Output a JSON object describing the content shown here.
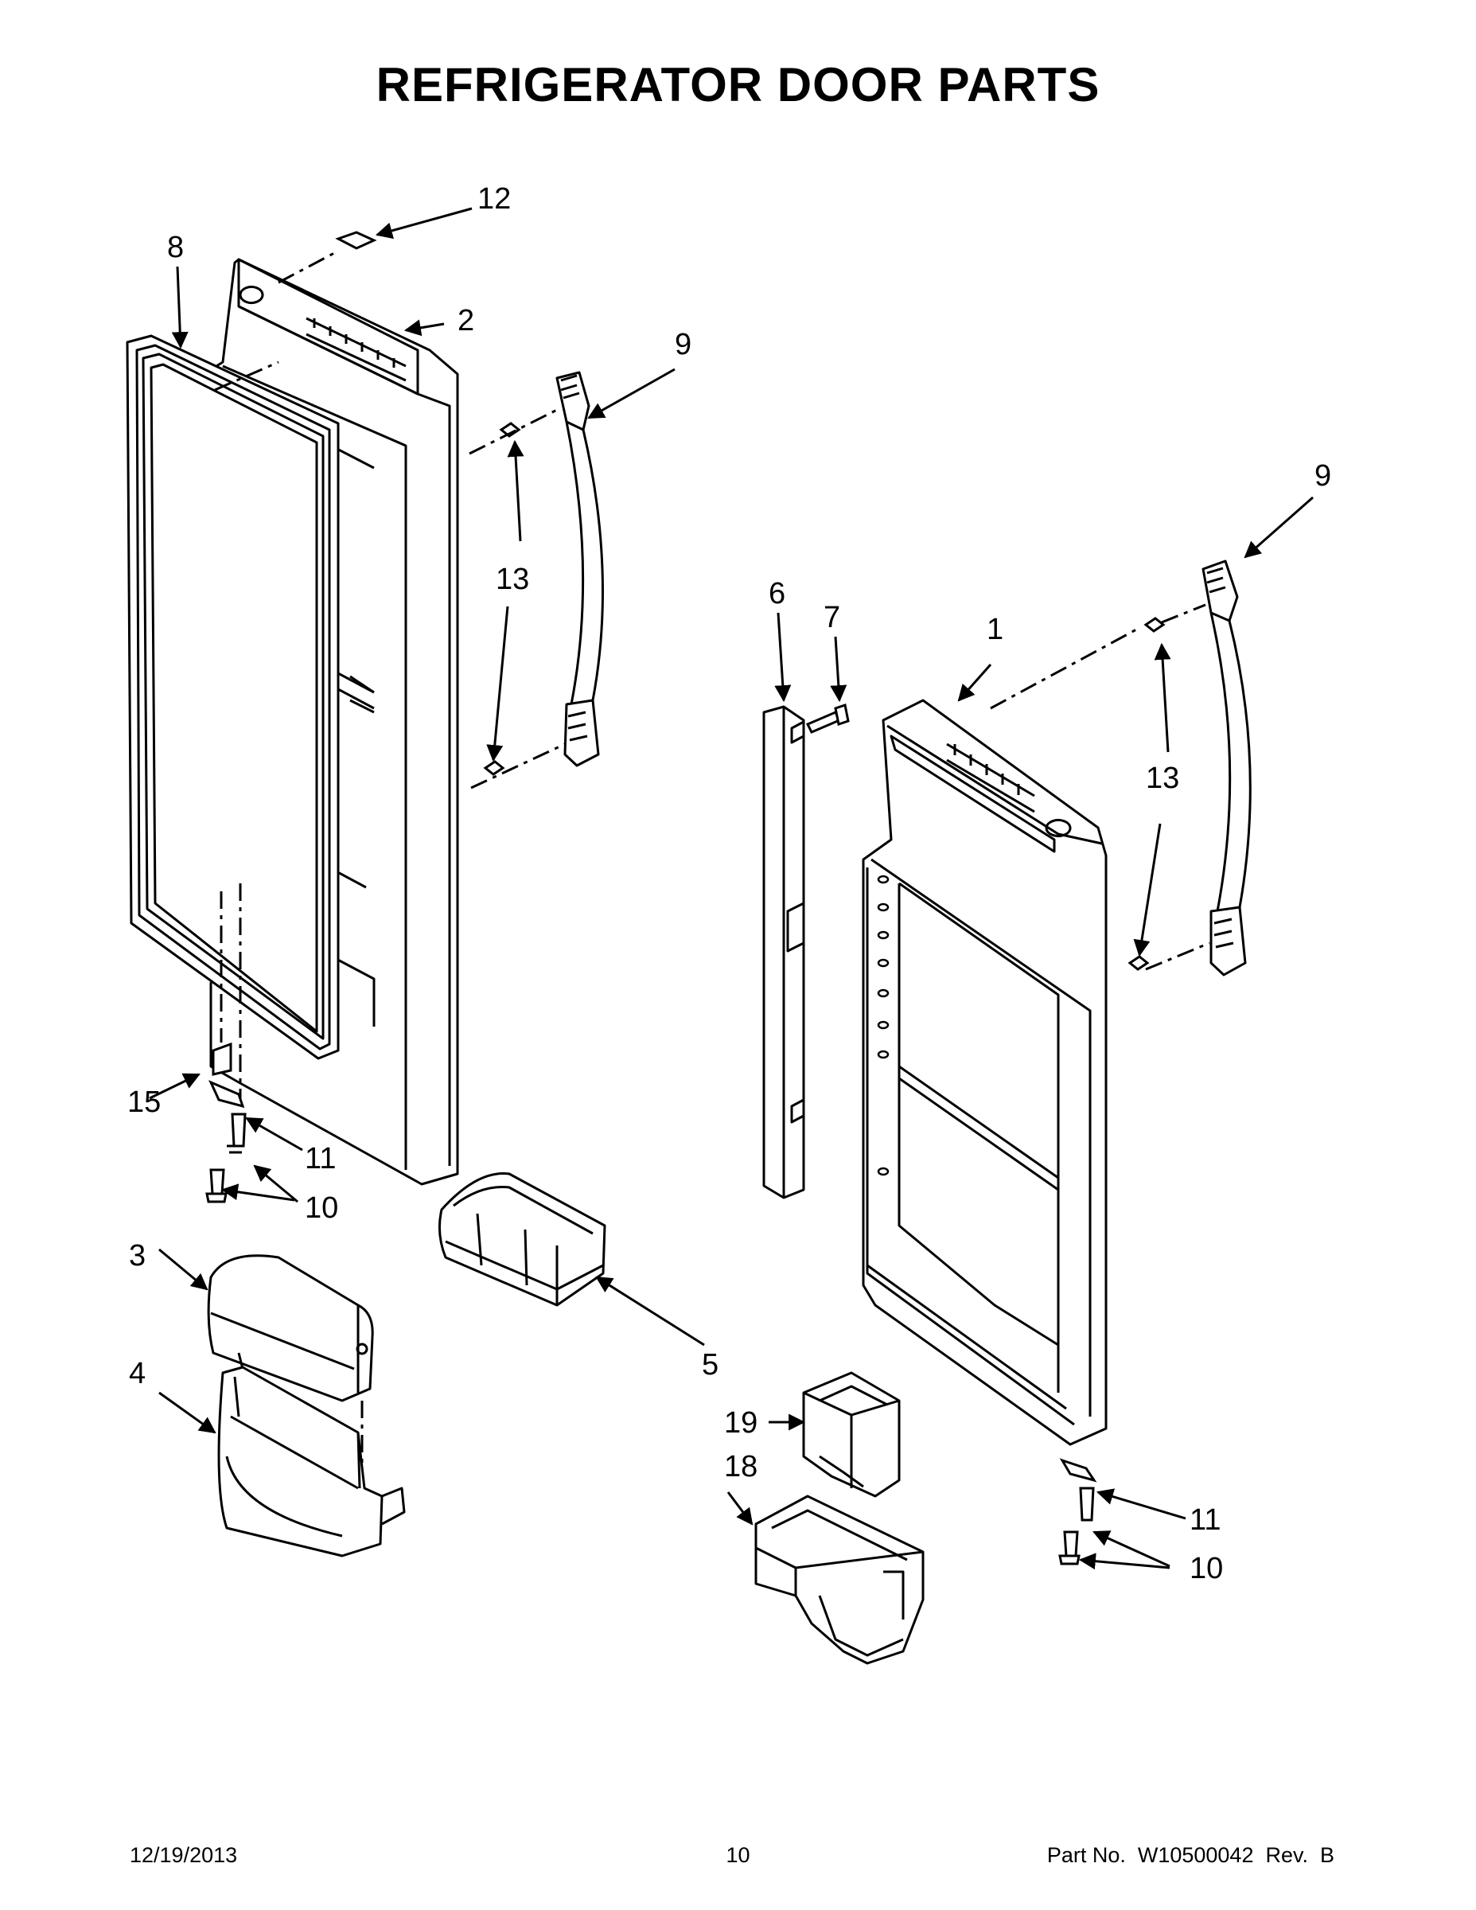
{
  "title": "REFRIGERATOR DOOR PARTS",
  "callouts": [
    "8",
    "12",
    "2",
    "9",
    "13",
    "15",
    "11",
    "10",
    "3",
    "4",
    "5",
    "6",
    "7",
    "1",
    "9",
    "13",
    "19",
    "18",
    "11",
    "10"
  ],
  "footer": {
    "date": "12/19/2013",
    "page": "10",
    "part": "Part No.  W10500042  Rev.  B"
  }
}
